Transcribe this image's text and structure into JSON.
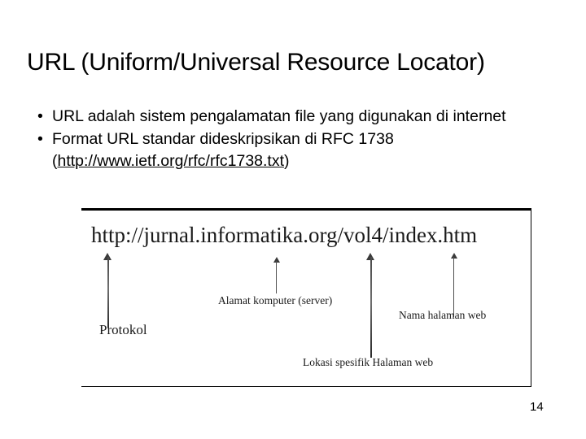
{
  "slide": {
    "title": "URL (Uniform/Universal Resource Locator)",
    "page_number": "14",
    "background_color": "#ffffff",
    "text_color": "#000000"
  },
  "bullets": [
    {
      "marker": "•",
      "text": "URL adalah sistem pengalamatan file yang digunakan di internet"
    },
    {
      "marker": "•",
      "text_before": "Format URL standar dideskripsikan di RFC 1738 (",
      "link": "http://www.ietf.org/rfc/rfc1738.txt",
      "text_after": ")"
    }
  ],
  "diagram": {
    "url": "http://jurnal.informatika.org/vol4/index.htm",
    "labels": [
      {
        "key": "protokol",
        "text": "Protokol"
      },
      {
        "key": "alamat",
        "text": "Alamat komputer (server)"
      },
      {
        "key": "lokasi",
        "text": "Lokasi spesifik Halaman web"
      },
      {
        "key": "nama",
        "text": "Nama halaman web"
      }
    ],
    "arrow_color": "#3a3a3a",
    "border_color": "#000000"
  }
}
